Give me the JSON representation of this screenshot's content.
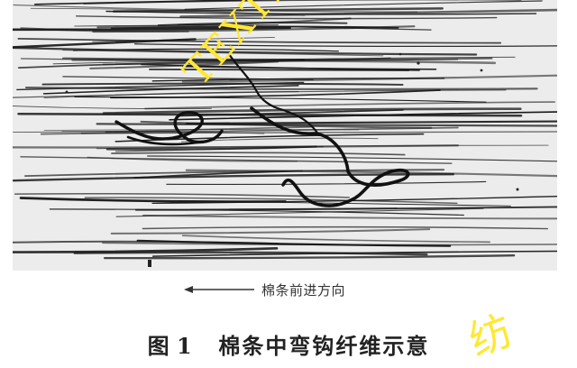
{
  "figure": {
    "image_name": "sliver-fiber-micrograph",
    "direction_label": "棉条前进方向",
    "direction_arrow": "left-arrow-icon",
    "caption_number": "图 1",
    "caption_title": "棉条中弯钩纤维示意"
  },
  "watermark": {
    "text": "TEXTILE",
    "glyph": "纺",
    "color": "#ffe833"
  },
  "colors": {
    "ink": "#1a1a1a",
    "background": "#ececec"
  }
}
